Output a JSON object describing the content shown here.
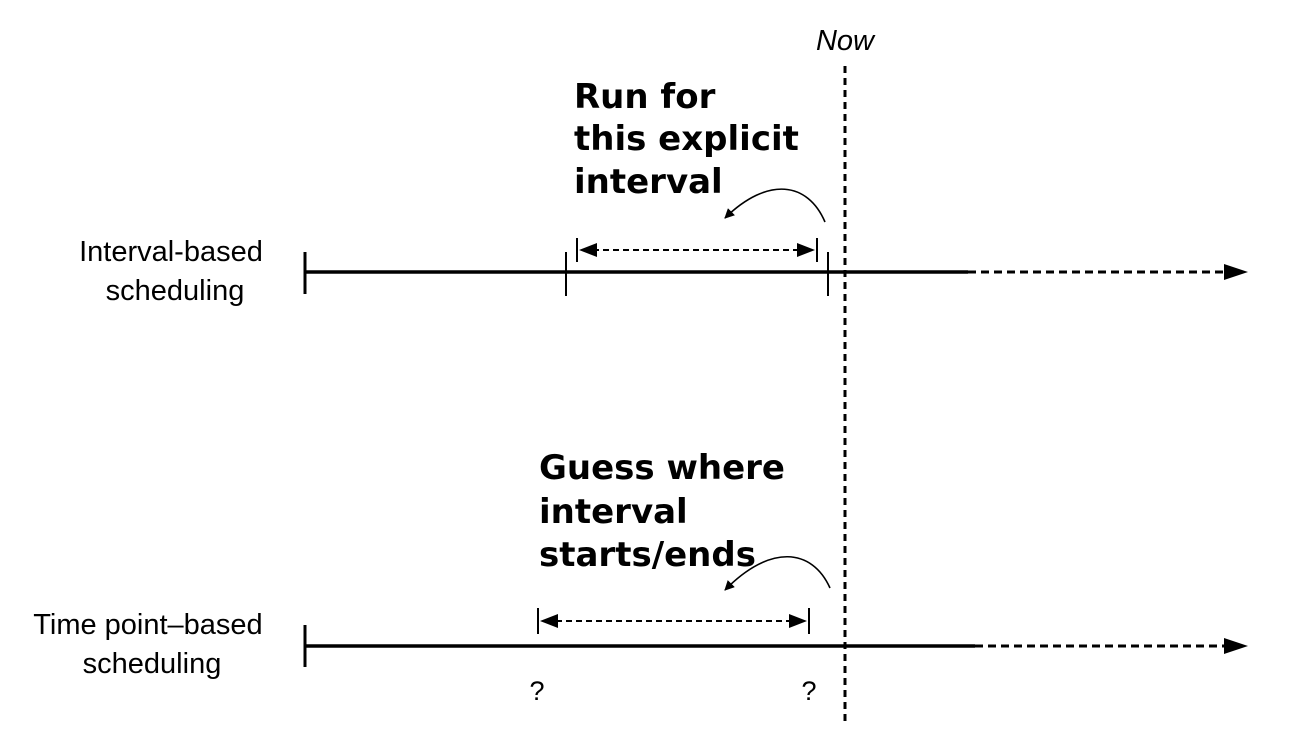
{
  "now_label": "Now",
  "rows": [
    {
      "label_lines": [
        "Interval-based",
        "scheduling"
      ],
      "callout_lines": [
        "Run for",
        "this explicit",
        "interval"
      ],
      "tick_labels": []
    },
    {
      "label_lines": [
        "Time point–based",
        "scheduling"
      ],
      "callout_lines": [
        "Guess where",
        "interval",
        "starts/ends"
      ],
      "tick_labels": [
        "?",
        "?"
      ]
    }
  ]
}
